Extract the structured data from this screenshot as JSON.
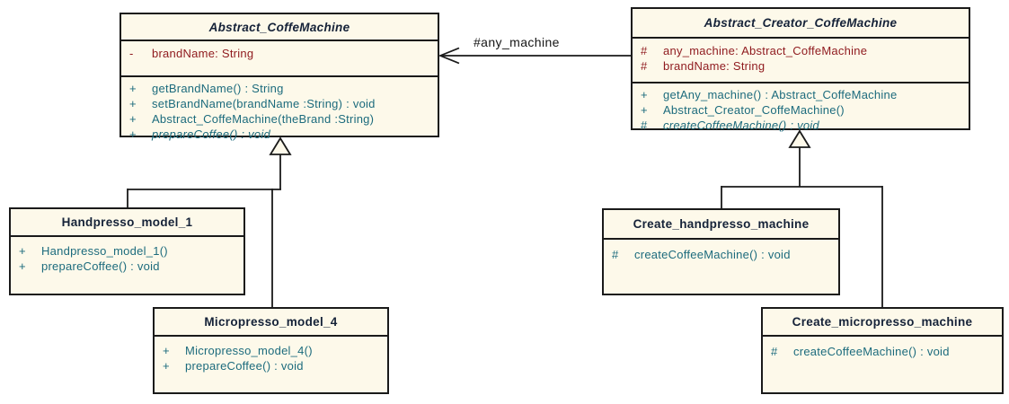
{
  "classes": [
    {
      "name": "Abstract_CoffeMachine",
      "abstract": true,
      "attributes": [
        {
          "vis": "-",
          "text": "brandName: String"
        }
      ],
      "methods": [
        {
          "vis": "+",
          "text": "getBrandName() : String",
          "italic": false
        },
        {
          "vis": "+",
          "text": "setBrandName(brandName :String) : void",
          "italic": false
        },
        {
          "vis": "+",
          "text": "Abstract_CoffeMachine(theBrand :String)",
          "italic": false
        },
        {
          "vis": "+",
          "text": "prepareCoffee() : void",
          "italic": true
        }
      ]
    },
    {
      "name": "Abstract_Creator_CoffeMachine",
      "abstract": true,
      "attributes": [
        {
          "vis": "#",
          "text": "any_machine: Abstract_CoffeMachine"
        },
        {
          "vis": "#",
          "text": "brandName: String"
        }
      ],
      "methods": [
        {
          "vis": "+",
          "text": "getAny_machine() : Abstract_CoffeMachine",
          "italic": false
        },
        {
          "vis": "+",
          "text": "Abstract_Creator_CoffeMachine()",
          "italic": false
        },
        {
          "vis": "#",
          "text": "createCoffeeMachine() : void",
          "italic": true
        }
      ]
    },
    {
      "name": "Handpresso_model_1",
      "abstract": false,
      "attributes": [],
      "methods": [
        {
          "vis": "+",
          "text": "Handpresso_model_1()",
          "italic": false
        },
        {
          "vis": "+",
          "text": "prepareCoffee() : void",
          "italic": false
        }
      ]
    },
    {
      "name": "Micropresso_model_4",
      "abstract": false,
      "attributes": [],
      "methods": [
        {
          "vis": "+",
          "text": "Micropresso_model_4()",
          "italic": false
        },
        {
          "vis": "+",
          "text": "prepareCoffee() : void",
          "italic": false
        }
      ]
    },
    {
      "name": "Create_handpresso_machine",
      "abstract": false,
      "attributes": [],
      "methods": [
        {
          "vis": "#",
          "text": "createCoffeeMachine() : void",
          "italic": false
        }
      ]
    },
    {
      "name": "Create_micropresso_machine",
      "abstract": false,
      "attributes": [],
      "methods": [
        {
          "vis": "#",
          "text": "createCoffeeMachine() : void",
          "italic": false
        }
      ]
    }
  ],
  "relationships": {
    "association": {
      "from": "Abstract_Creator_CoffeMachine",
      "to": "Abstract_CoffeMachine",
      "label": "#any_machine",
      "arrow": "open"
    },
    "generalizations": [
      {
        "from": "Handpresso_model_1",
        "to": "Abstract_CoffeMachine"
      },
      {
        "from": "Micropresso_model_4",
        "to": "Abstract_CoffeMachine"
      },
      {
        "from": "Create_handpresso_machine",
        "to": "Abstract_Creator_CoffeMachine"
      },
      {
        "from": "Create_micropresso_machine",
        "to": "Abstract_Creator_CoffeMachine"
      }
    ]
  },
  "colors": {
    "class_fill": "#FDF9EA",
    "border": "#1A1A1A",
    "title_text": "#152238",
    "attribute_text": "#8F1A1E",
    "method_text": "#1C6B7D",
    "label_text": "#151515",
    "page_background": "#FFFFFF"
  }
}
